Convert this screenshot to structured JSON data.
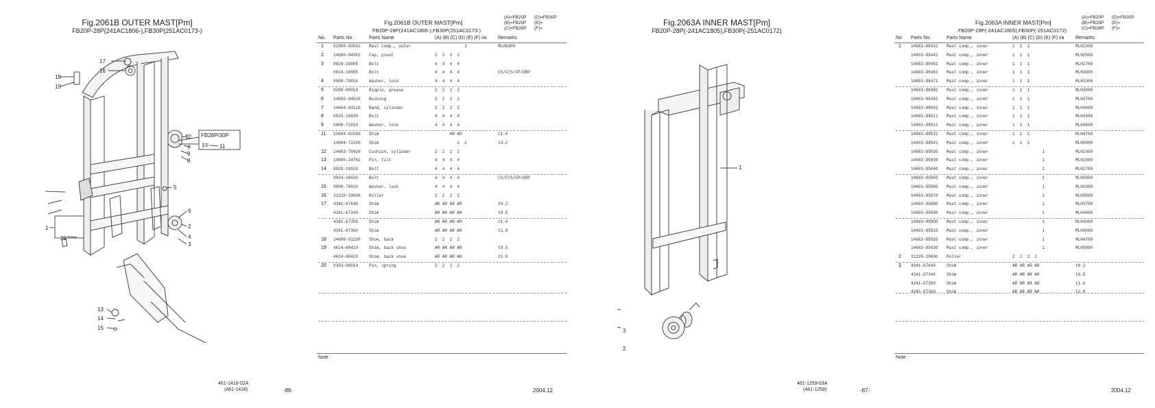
{
  "left_page": {
    "figure": {
      "title": "Fig.2061B  OUTER MAST[Pm]",
      "subtitle": "FB20P-28P(241AC1806-),FB30P(251AC0173-)",
      "inset_label": "FB28P/30P"
    },
    "table": {
      "title": "Fig.2061B  OUTER MAST[Pm]",
      "subtitle": "FB20P-28P(241AC1806-),FB30P(251AC0173-)",
      "models": [
        "(A)=FB20P",
        "(D)=FB30P",
        "(B)=FB25P",
        "(E)=",
        "(C)=FB28P",
        "(F)="
      ],
      "columns": {
        "no": "No.",
        "parts_no": "Parts No.",
        "parts_name": "Parts Name",
        "qty": "(A) (B) (C) (D) (E) (F)  i/a",
        "remarks": "Remarks"
      },
      "rows": [
        {
          "no": "1",
          "pn": "52000-03541",
          "name": "Mast comp., outer",
          "q": "            1",
          "rm": "MLH5000"
        },
        {
          "no": "2",
          "pn": "14600-04361",
          "name": "Cap, pivot",
          "q": "2  2  2  2",
          "rm": ""
        },
        {
          "no": "3",
          "pn": "0020-16055",
          "name": "Bolt",
          "q": "4  4  4  4",
          "rm": ""
        },
        {
          "no": "",
          "pn": "0024-16055",
          "name": "Bolt",
          "q": "4  4  4  4",
          "rm": "CS/FCS/FP/DRP"
        },
        {
          "no": "4",
          "pn": "0000-70016",
          "name": "Washer, lock",
          "q": "4  4  4  4",
          "rm": ""
        },
        {
          "no": "5",
          "pn": "0280-00010",
          "name": "Nipple, grease",
          "q": "2  2  2  2",
          "rm": ""
        },
        {
          "no": "6",
          "pn": "14602-84530",
          "name": "Bushing",
          "q": "2  2  2  2",
          "rm": ""
        },
        {
          "no": "7",
          "pn": "14604-03110",
          "name": "Band, cylinder",
          "q": "2  2  2  2",
          "rm": ""
        },
        {
          "no": "8",
          "pn": "0025-10020",
          "name": "Bolt",
          "q": "4  4  4  4",
          "rm": ""
        },
        {
          "no": "9",
          "pn": "0000-72010",
          "name": "Washer, lock",
          "q": "4  4  4  4",
          "rm": ""
        },
        {
          "no": "11",
          "pn": "14604-03280",
          "name": "Shim",
          "q": "      AR AR",
          "rm": "t1.0"
        },
        {
          "no": "",
          "pn": "14604-72100",
          "name": "Shim",
          "q": "         2  2",
          "rm": "t3.2"
        },
        {
          "no": "12",
          "pn": "14603-70420",
          "name": "Cushion, cylinder",
          "q": "2  2  2  2",
          "rm": ""
        },
        {
          "no": "13",
          "pn": "14600-24762",
          "name": "Pin, tilt",
          "q": "4  4  4  4",
          "rm": ""
        },
        {
          "no": "14",
          "pn": "0020-10020",
          "name": "Bolt",
          "q": "4  4  4  4",
          "rm": ""
        },
        {
          "no": "",
          "pn": "0024-10020",
          "name": "Bolt",
          "q": "4  4  4  4",
          "rm": "CS/FCS/FP/DRP"
        },
        {
          "no": "15",
          "pn": "0000-70010",
          "name": "Washer, lock",
          "q": "4  4  4  4",
          "rm": ""
        },
        {
          "no": "16",
          "pn": "31220-10600",
          "name": "Roller",
          "q": "2  2  2  2",
          "rm": ""
        },
        {
          "no": "17",
          "pn": "4341-67640",
          "name": "Shim",
          "q": "AR AR AR AR",
          "rm": "t0.2"
        },
        {
          "no": "",
          "pn": "4341-67340",
          "name": "Shim",
          "q": "AR AR AR AR",
          "rm": "t0.5"
        },
        {
          "no": "",
          "pn": "4341-67350",
          "name": "Shim",
          "q": "AR AR AR AR",
          "rm": "t1.0"
        },
        {
          "no": "",
          "pn": "4341-67360",
          "name": "Shim",
          "q": "AR AR AR AR",
          "rm": "t2.0"
        },
        {
          "no": "18",
          "pn": "14600-91230",
          "name": "Shoe, back",
          "q": "2  2  2  2",
          "rm": ""
        },
        {
          "no": "19",
          "pn": "4624-60410",
          "name": "Shim, back shoe",
          "q": "AR AR AR AR",
          "rm": "t0.5"
        },
        {
          "no": "",
          "pn": "4624-60420",
          "name": "Shim, back shoe",
          "q": "AR AR AR AR",
          "rm": "t1.0"
        },
        {
          "no": "20",
          "pn": "0303-08014",
          "name": "Pin, spring",
          "q": "2  2  2  2",
          "rm": ""
        }
      ]
    },
    "note": "Note :",
    "doc_no": "461-1418-02A",
    "doc_no2": "(461-1418)",
    "page": "-86-",
    "date": "2004.12"
  },
  "right_page": {
    "figure": {
      "title": "Fig.2063A  INNER MAST[Pm]",
      "subtitle": "FB20P-28P(-241AC1805),FB30P(-251AC0172)"
    },
    "table": {
      "title": "Fig.2063A  INNER MAST[Pm]",
      "subtitle": "FB20P-28P(-241AC1805),FB30P(-251AC0172)",
      "models": [
        "(A)=FB20P",
        "(D)=FB30P",
        "(B)=FB25P",
        "(E)=",
        "(C)=FB28P",
        "(F)="
      ],
      "columns": {
        "no": "No.",
        "parts_no": "Parts No.",
        "parts_name": "Parts Name",
        "qty": "(A) (B) (C) (D) (E) (F)  i/a",
        "remarks": "Remarks"
      },
      "rows": [
        {
          "no": "1",
          "pn": "14603-88431",
          "name": "Mast comp., inner",
          "q": "1  1  1",
          "rm": "MLH2300"
        },
        {
          "no": "",
          "pn": "14603-88441",
          "name": "Mast comp., inner",
          "q": "1  1  1",
          "rm": "MLH2500"
        },
        {
          "no": "",
          "pn": "14603-88451",
          "name": "Mast comp., inner",
          "q": "1  1  1",
          "rm": "MLH2700"
        },
        {
          "no": "",
          "pn": "14603-88461",
          "name": "Mast comp., inner",
          "q": "1  1  1",
          "rm": "MLH3000"
        },
        {
          "no": "",
          "pn": "14603-88471",
          "name": "Mast comp., inner",
          "q": "1  1  1",
          "rm": "MLH3300"
        },
        {
          "no": "",
          "pn": "14603-88481",
          "name": "Mast comp., inner",
          "q": "1  1  1",
          "rm": "MLH3500"
        },
        {
          "no": "",
          "pn": "14603-88491",
          "name": "Mast comp., inner",
          "q": "1  1  1",
          "rm": "MLH3700"
        },
        {
          "no": "",
          "pn": "14603-88501",
          "name": "Mast comp., inner",
          "q": "1  1  1",
          "rm": "MLH4000"
        },
        {
          "no": "",
          "pn": "14603-88511",
          "name": "Mast comp., inner",
          "q": "1  1  1",
          "rm": "MLH4300"
        },
        {
          "no": "",
          "pn": "14603-88521",
          "name": "Mast comp., inner",
          "q": "1  1  1",
          "rm": "MLH4500"
        },
        {
          "no": "",
          "pn": "14603-88531",
          "name": "Mast comp., inner",
          "q": "1  1  1",
          "rm": "MLH4700"
        },
        {
          "no": "",
          "pn": "14603-88541",
          "name": "Mast comp., inner",
          "q": "1  1  1",
          "rm": "MLH5000"
        },
        {
          "no": "",
          "pn": "14603-95820",
          "name": "Mast comp., inner",
          "q": "            1",
          "rm": "MLH2300"
        },
        {
          "no": "",
          "pn": "14603-95830",
          "name": "Mast comp., inner",
          "q": "            1",
          "rm": "MLH2500"
        },
        {
          "no": "",
          "pn": "14603-95840",
          "name": "Mast comp., inner",
          "q": "            1",
          "rm": "MLH2700"
        },
        {
          "no": "",
          "pn": "14603-95850",
          "name": "Mast comp., inner",
          "q": "            1",
          "rm": "MLH3000"
        },
        {
          "no": "",
          "pn": "14603-95860",
          "name": "Mast comp., inner",
          "q": "            1",
          "rm": "MLH3300"
        },
        {
          "no": "",
          "pn": "14603-95870",
          "name": "Mast comp., inner",
          "q": "            1",
          "rm": "MLH3500"
        },
        {
          "no": "",
          "pn": "14603-95880",
          "name": "Mast comp., inner",
          "q": "            1",
          "rm": "MLH3700"
        },
        {
          "no": "",
          "pn": "14603-95890",
          "name": "Mast comp., inner",
          "q": "            1",
          "rm": "MLH4000"
        },
        {
          "no": "",
          "pn": "14603-95900",
          "name": "Mast comp., inner",
          "q": "            1",
          "rm": "MLH4300"
        },
        {
          "no": "",
          "pn": "14603-95910",
          "name": "Mast comp., inner",
          "q": "            1",
          "rm": "MLH4500"
        },
        {
          "no": "",
          "pn": "14603-95920",
          "name": "Mast comp., inner",
          "q": "            1",
          "rm": "MLH4700"
        },
        {
          "no": "",
          "pn": "14603-95930",
          "name": "Mast comp., inner",
          "q": "            1",
          "rm": "MLH5000"
        },
        {
          "no": "2",
          "pn": "31220-10600",
          "name": "Roller",
          "q": "2  2  2  2",
          "rm": ""
        },
        {
          "no": "3",
          "pn": "4341-67640",
          "name": "Shim",
          "q": "AR AR AR AR",
          "rm": "t0.2"
        },
        {
          "no": "",
          "pn": "4341-67340",
          "name": "Shim",
          "q": "AR AR AR AR",
          "rm": "t0.5"
        },
        {
          "no": "",
          "pn": "4341-67350",
          "name": "Shim",
          "q": "AR AR AR AR",
          "rm": "t1.0"
        },
        {
          "no": "",
          "pn": "4341-67360",
          "name": "Shim",
          "q": "AR AR AR AR",
          "rm": "t2.0"
        }
      ]
    },
    "note": "Note :",
    "doc_no": "461-1259-03A",
    "doc_no2": "(461-1259)",
    "page": "-87-",
    "date": "2004.12"
  },
  "callouts_left": [
    "17",
    "16",
    "18",
    "19",
    "12",
    "7",
    "9",
    "8",
    "11",
    "5",
    "13",
    "14",
    "15",
    "6",
    "2",
    "4",
    "3",
    "1",
    "20",
    "13",
    "14",
    "15"
  ],
  "callouts_right": [
    "1",
    "3",
    "2"
  ]
}
